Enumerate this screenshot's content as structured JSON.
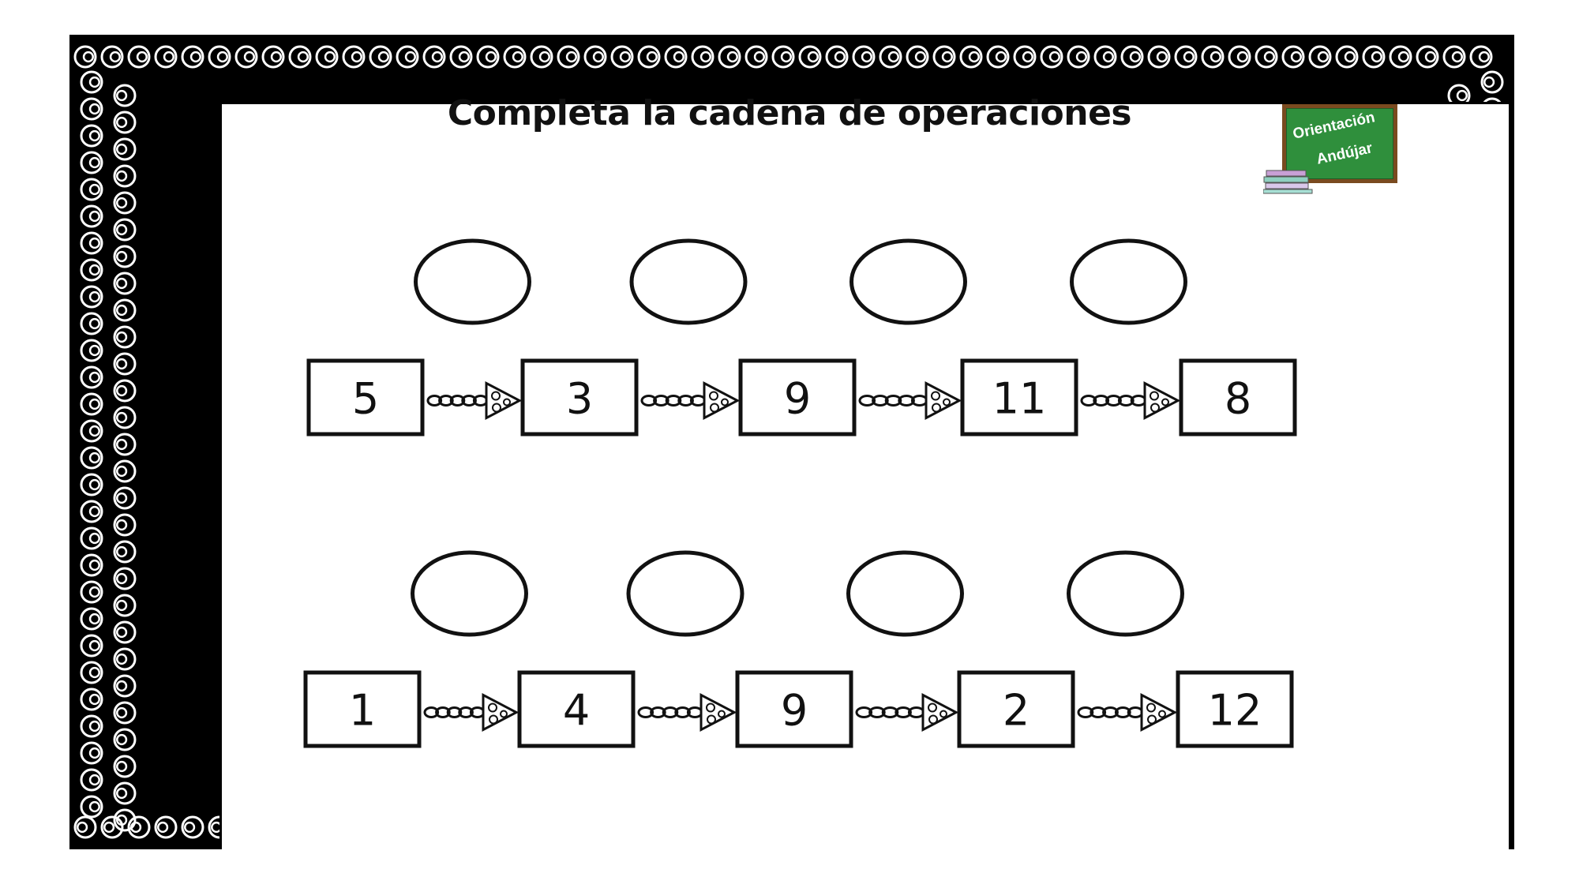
{
  "title": "Completa la cadena de operaciones",
  "logo": {
    "line1": "Orientación",
    "line2": "Andújar",
    "icon": "chalkboard-with-books-icon"
  },
  "chains": [
    {
      "numbers": [
        "5",
        "3",
        "9",
        "11",
        "8"
      ],
      "operations": [
        "",
        "",
        "",
        ""
      ]
    },
    {
      "numbers": [
        "1",
        "4",
        "9",
        "2",
        "12"
      ],
      "operations": [
        "",
        "",
        "",
        ""
      ]
    }
  ],
  "colors": {
    "board_green": "#2f8f3c",
    "board_frame": "#7a4a1f",
    "ink": "#111111"
  }
}
